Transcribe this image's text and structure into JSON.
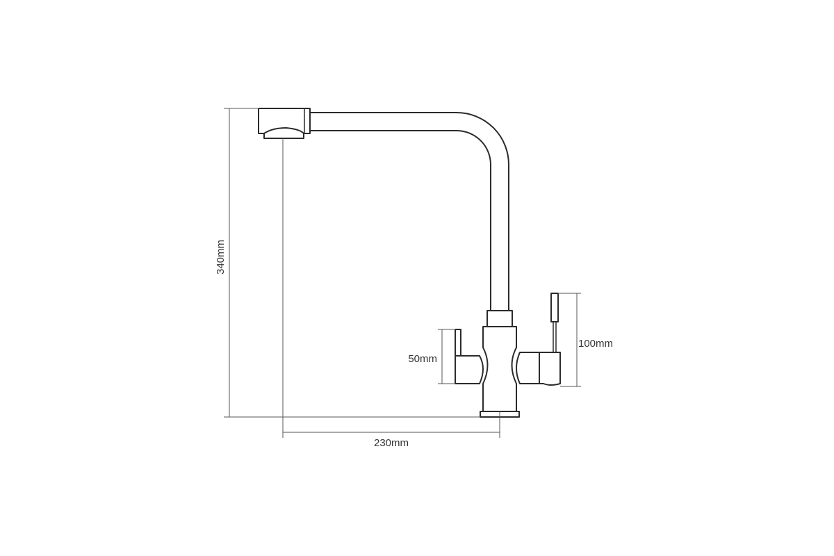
{
  "dimensions": {
    "height_label": "340mm",
    "reach_label": "230mm",
    "handle_height_label": "50mm",
    "lever_height_label": "100mm"
  },
  "colors": {
    "line": "#2b2b2b",
    "dimension_line": "#555555",
    "background": "#ffffff"
  }
}
